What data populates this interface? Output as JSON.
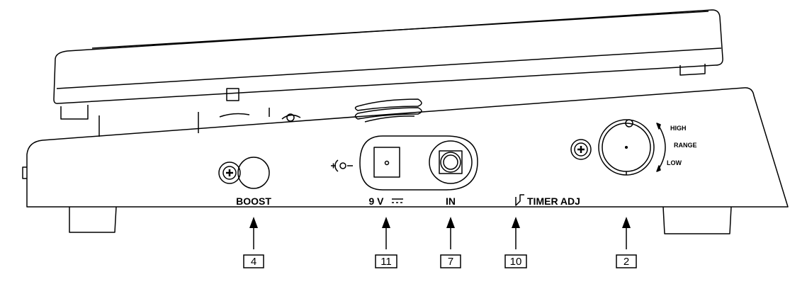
{
  "labels": {
    "boost": "BOOST",
    "power": "9 V",
    "input": "IN",
    "timer": "TIMER ADJ",
    "range_high": "HIGH",
    "range": "RANGE",
    "range_low": "LOW"
  },
  "callouts": [
    {
      "number": "4"
    },
    {
      "number": "11"
    },
    {
      "number": "7"
    },
    {
      "number": "10"
    },
    {
      "number": "2"
    }
  ]
}
